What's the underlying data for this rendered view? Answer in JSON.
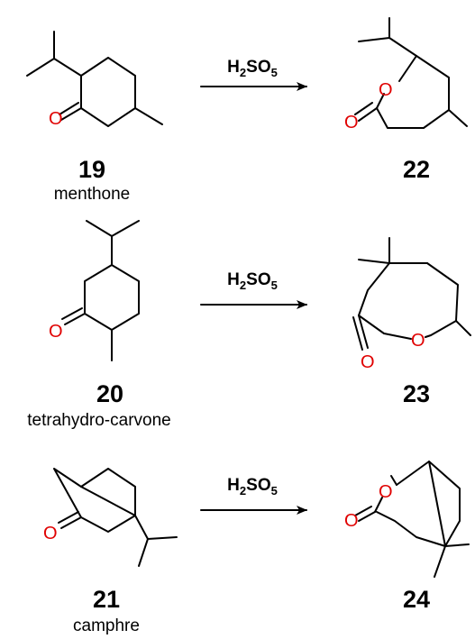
{
  "colors": {
    "heteroatom": "#e00000",
    "bond": "#000000"
  },
  "atom_label": "O",
  "reactions": [
    {
      "reactant": {
        "number": "19",
        "name": "menthone"
      },
      "reagent": {
        "main": "H",
        "sub1": "2",
        "mid": "SO",
        "sub2": "5"
      },
      "product": {
        "number": "22"
      }
    },
    {
      "reactant": {
        "number": "20",
        "name": "tetrahydro-carvone"
      },
      "reagent": {
        "main": "H",
        "sub1": "2",
        "mid": "SO",
        "sub2": "5"
      },
      "product": {
        "number": "23"
      }
    },
    {
      "reactant": {
        "number": "21",
        "name": "camphre"
      },
      "reagent": {
        "main": "H",
        "sub1": "2",
        "mid": "SO",
        "sub2": "5"
      },
      "product": {
        "number": "24"
      }
    }
  ]
}
